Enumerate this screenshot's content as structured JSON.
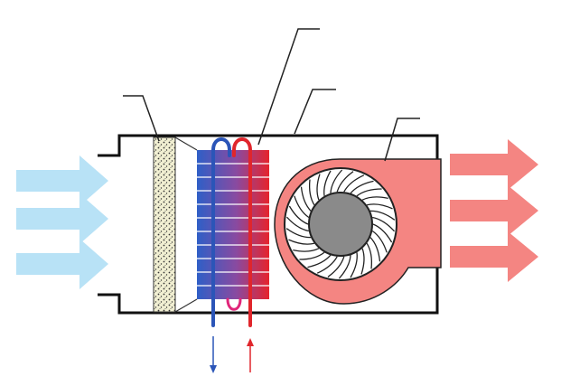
{
  "diagram": {
    "colors": {
      "inlet_arrow": "#b8e2f6",
      "outlet_arrow": "#f48582",
      "casing_line": "#111111",
      "filter_fill": "#f1efd2",
      "coil_cold": "#2f5fc7",
      "coil_hot": "#e6232c",
      "pipe_supply": "#e0262c",
      "pipe_return": "#2b55b8",
      "fan_housing": "#f48582",
      "fan_blades": "#ffffff",
      "fan_hub": "#8a8a8a",
      "leader_line": "#222222"
    },
    "components": [
      {
        "id": "air-inlet",
        "icon": "arrow-right-icon"
      },
      {
        "id": "filter",
        "icon": "filter-icon"
      },
      {
        "id": "coil",
        "icon": "coil-icon"
      },
      {
        "id": "casing",
        "icon": "box-icon"
      },
      {
        "id": "fan",
        "icon": "fan-icon"
      },
      {
        "id": "air-outlet",
        "icon": "arrow-right-icon"
      },
      {
        "id": "return-pipe",
        "icon": "arrow-down-icon"
      },
      {
        "id": "supply-pipe",
        "icon": "arrow-up-icon"
      }
    ],
    "fan_blade_count": 30,
    "coil_fin_count": 10
  }
}
